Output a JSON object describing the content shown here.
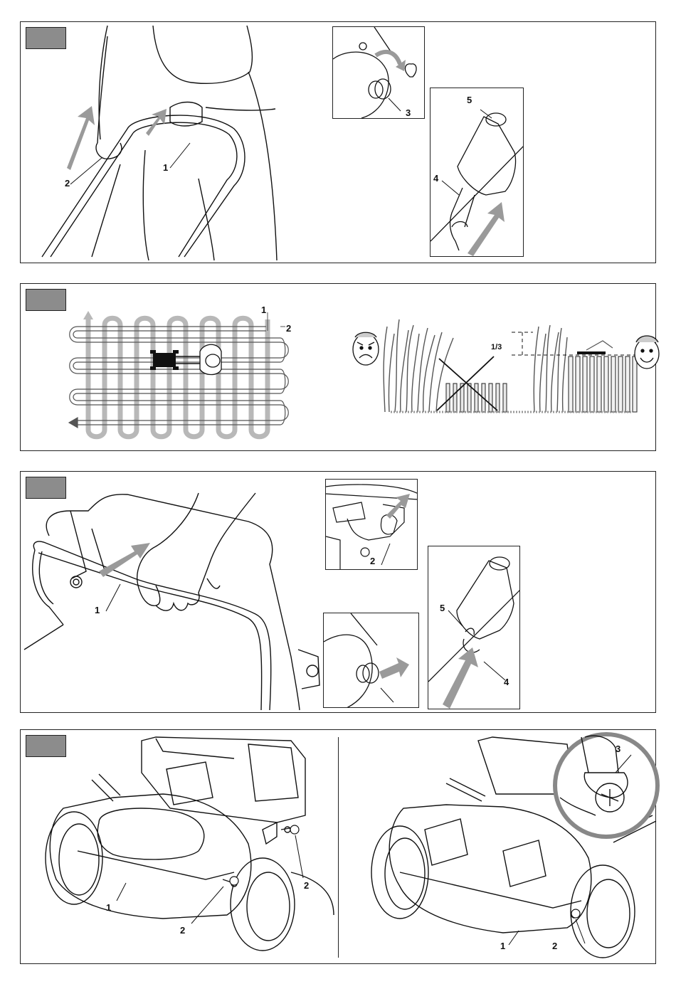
{
  "figure1": {
    "callouts": {
      "c1": "1",
      "c2": "2",
      "c3": "3",
      "c4": "4",
      "c5": "5"
    }
  },
  "figure2": {
    "callouts": {
      "c1": "1",
      "c2": "2"
    },
    "cut_fraction": "1/3"
  },
  "figure3": {
    "callouts": {
      "c1": "1",
      "c2": "2",
      "c4": "4",
      "c5": "5"
    }
  },
  "figure4": {
    "left": {
      "callouts": {
        "c1": "1",
        "c2a": "2",
        "c2b": "2"
      }
    },
    "right": {
      "callouts": {
        "c1": "1",
        "c2": "2",
        "c3": "3"
      }
    }
  },
  "colors": {
    "frame": "#222222",
    "badge": "#8c8c8c",
    "arrow": "#9a9a9a",
    "line": "#111111"
  },
  "icons": [
    "angry-face-icon",
    "happy-face-icon",
    "cross-out-icon",
    "arrow-icon"
  ]
}
